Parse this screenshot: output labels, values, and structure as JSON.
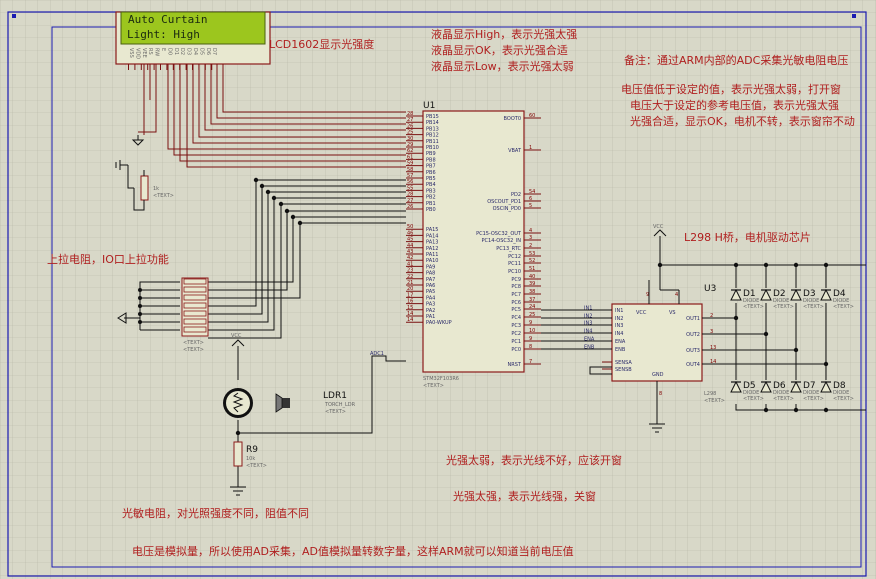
{
  "lcd": {
    "line1": "Auto Curtain",
    "line2": "Light: High",
    "title": "LCD1602显示光强度",
    "pins": [
      "VSS",
      "VDD",
      "VEE",
      "RS",
      "RW",
      "E",
      "D0",
      "D1",
      "D2",
      "D3",
      "D4",
      "D5",
      "D6",
      "D7"
    ]
  },
  "notes": {
    "lcd_states": [
      "液晶显示High，表示光强太强",
      "液晶显示OK，表示光强合适",
      "液晶显示Low，表示光强太弱"
    ],
    "remark": [
      "备注：通过ARM内部的ADC采集光敏电阻电压",
      "电压值低于设定的值，表示光强太弱，打开窗",
      "电压大于设定的参考电压值，表示光强太强",
      "光强合适，显示OK，电机不转，表示窗帘不动"
    ],
    "pullup": "上拉电阻，IO口上拉功能",
    "l298": "L298 H桥，电机驱动芯片",
    "weak": "光强太弱，表示光线不好，应该开窗",
    "strong": "光强太强，表示光线强，关窗",
    "ldr_note": "光敏电阻，对光照强度不同，阻值不同",
    "adc_note": "电压是模拟量，所以使用AD采集，AD值模拟量转数字量，这样ARM就可以知道当前电压值"
  },
  "mcu": {
    "ref": "U1",
    "part": "STM32F103R6",
    "text": "<TEXT>",
    "left_pins": [
      {
        "n": "28",
        "name": "PB15"
      },
      {
        "n": "27",
        "name": "PB14"
      },
      {
        "n": "26",
        "name": "PB13"
      },
      {
        "n": "25",
        "name": "PB12"
      },
      {
        "n": "30",
        "name": "PB11"
      },
      {
        "n": "29",
        "name": "PB10"
      },
      {
        "n": "62",
        "name": "PB9"
      },
      {
        "n": "61",
        "name": "PB8"
      },
      {
        "n": "59",
        "name": "PB7"
      },
      {
        "n": "58",
        "name": "PB6"
      },
      {
        "n": "57",
        "name": "PB5"
      },
      {
        "n": "56",
        "name": "PB4"
      },
      {
        "n": "55",
        "name": "PB3"
      },
      {
        "n": "28",
        "name": "PB2"
      },
      {
        "n": "27",
        "name": "PB1"
      },
      {
        "n": "26",
        "name": "PB0"
      },
      {
        "n": "50",
        "name": "PA15"
      },
      {
        "n": "46",
        "name": "PA14"
      },
      {
        "n": "45",
        "name": "PA13"
      },
      {
        "n": "44",
        "name": "PA12"
      },
      {
        "n": "43",
        "name": "PA11"
      },
      {
        "n": "42",
        "name": "PA10"
      },
      {
        "n": "41",
        "name": "PA9"
      },
      {
        "n": "23",
        "name": "PA8"
      },
      {
        "n": "22",
        "name": "PA7"
      },
      {
        "n": "21",
        "name": "PA6"
      },
      {
        "n": "20",
        "name": "PA5"
      },
      {
        "n": "17",
        "name": "PA4"
      },
      {
        "n": "16",
        "name": "PA3"
      },
      {
        "n": "15",
        "name": "PA2"
      },
      {
        "n": "14",
        "name": "PA1"
      },
      {
        "n": "14",
        "name": "PA0-WKUP"
      }
    ],
    "right_pins": [
      {
        "n": "60",
        "name": "BOOT0"
      },
      {
        "n": "1",
        "name": "VBAT"
      },
      {
        "n": "54",
        "name": "PD2"
      },
      {
        "n": "6",
        "name": "OSCOUT_PD1"
      },
      {
        "n": "5",
        "name": "OSCIN_PD0"
      },
      {
        "n": "4",
        "name": "PC15-OSC32_OUT"
      },
      {
        "n": "3",
        "name": "PC14-OSC32_IN"
      },
      {
        "n": "2",
        "name": "PC13_RTC"
      },
      {
        "n": "53",
        "name": "PC12"
      },
      {
        "n": "52",
        "name": "PC11"
      },
      {
        "n": "51",
        "name": "PC10"
      },
      {
        "n": "40",
        "name": "PC9"
      },
      {
        "n": "39",
        "name": "PC8"
      },
      {
        "n": "38",
        "name": "PC7"
      },
      {
        "n": "37",
        "name": "PC6"
      },
      {
        "n": "24",
        "name": "PC5"
      },
      {
        "n": "25",
        "name": "PC4"
      },
      {
        "n": "9",
        "name": "PC3"
      },
      {
        "n": "10",
        "name": "PC2"
      },
      {
        "n": "9",
        "name": "PC1"
      },
      {
        "n": "8",
        "name": "PC0"
      },
      {
        "n": "7",
        "name": "NRST"
      }
    ],
    "adc_label": "ADC1"
  },
  "driver": {
    "ref": "U3",
    "part": "L298",
    "text": "<TEXT>",
    "left_pins": [
      "IN1",
      "IN2",
      "IN3",
      "IN4",
      "ENA",
      "ENB",
      "SENSA",
      "SENSB"
    ],
    "net_labels": [
      "IN1",
      "IN2",
      "IN3",
      "IN4",
      "ENA",
      "ENB"
    ],
    "right_pins": [
      "OUT1",
      "OUT2",
      "OUT3",
      "OUT4"
    ],
    "right_nums": [
      "2",
      "3",
      "13",
      "14"
    ],
    "top": [
      "VCC",
      "VS"
    ],
    "top_nums": [
      "9",
      "4"
    ],
    "gnd": "GND",
    "gnd_num": "8",
    "vcc": "VCC"
  },
  "diodes": {
    "top": [
      "D1",
      "D2",
      "D3",
      "D4"
    ],
    "bottom": [
      "D5",
      "D6",
      "D7",
      "D8"
    ],
    "type": "DIODE",
    "text": "<TEXT>"
  },
  "components": {
    "pot": {
      "ref": "",
      "value": "1k",
      "text": "<TEXT>"
    },
    "rpack_text": [
      "<TEXT>",
      "<TEXT>"
    ],
    "ldr": {
      "ref": "LDR1",
      "part": "TORCH_LDR",
      "text": "<TEXT>"
    },
    "r9": {
      "ref": "R9",
      "value": "10k",
      "text": "<TEXT>"
    },
    "vcc": "VCC"
  }
}
